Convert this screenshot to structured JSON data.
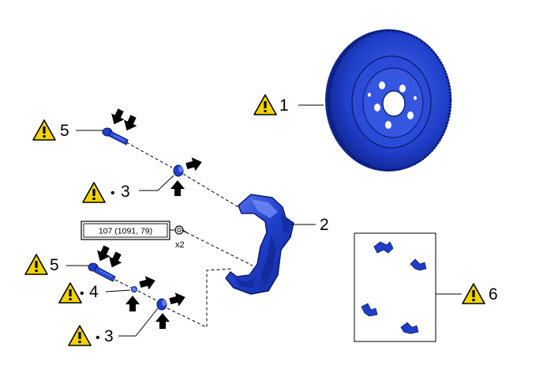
{
  "callouts": [
    {
      "id": "1",
      "number": "1",
      "warning": true,
      "reuse_dot": false
    },
    {
      "id": "2",
      "number": "2",
      "warning": false,
      "reuse_dot": false
    },
    {
      "id": "3a",
      "number": "3",
      "warning": true,
      "reuse_dot": true,
      "dot": "•"
    },
    {
      "id": "3b",
      "number": "3",
      "warning": true,
      "reuse_dot": true,
      "dot": "•"
    },
    {
      "id": "4",
      "number": "4",
      "warning": true,
      "reuse_dot": true,
      "dot": "•"
    },
    {
      "id": "5a",
      "number": "5",
      "warning": true,
      "reuse_dot": false
    },
    {
      "id": "5b",
      "number": "5",
      "warning": true,
      "reuse_dot": false
    },
    {
      "id": "6",
      "number": "6",
      "warning": true,
      "reuse_dot": false
    }
  ],
  "torque": {
    "label": "107 (1091, 79)"
  },
  "quantity": {
    "label": "x2"
  },
  "colors": {
    "part_blue": "#1f3ec9",
    "part_dark": "#0d1f7a",
    "part_light": "#5f7df0",
    "warning_yellow": "#f2d400",
    "arrow_black": "#000000"
  }
}
